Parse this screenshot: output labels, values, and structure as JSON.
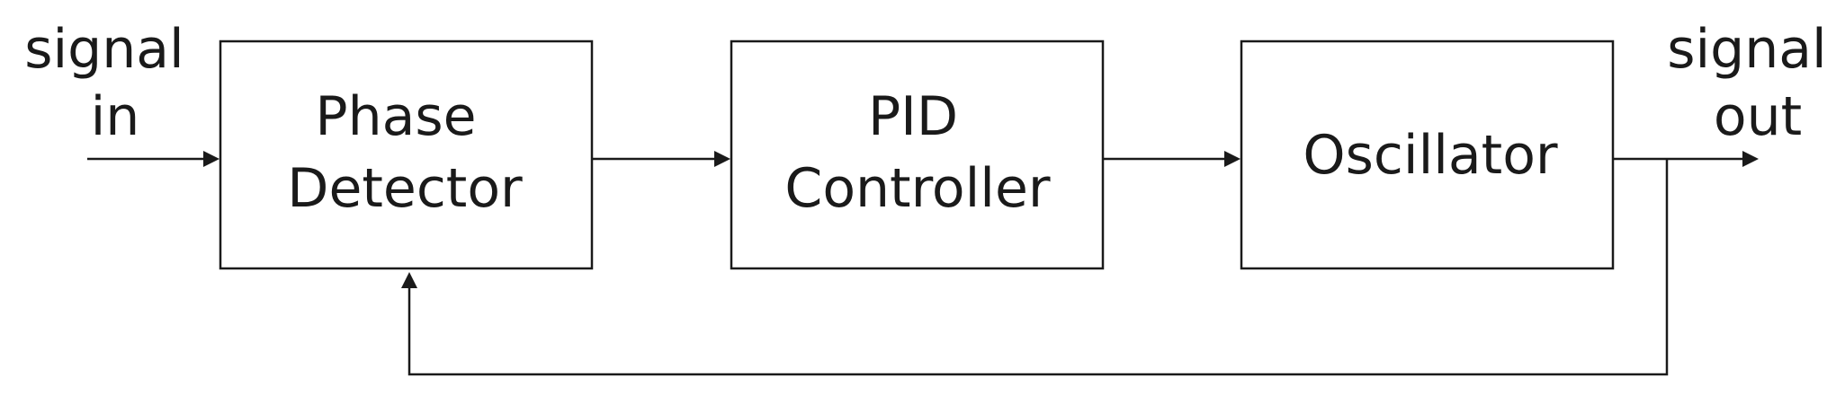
{
  "input": {
    "line1": "signal",
    "line2": "in"
  },
  "output": {
    "line1": "signal",
    "line2": "out"
  },
  "blocks": {
    "phase_detector": {
      "line1": "Phase",
      "line2": "Detector"
    },
    "pid_controller": {
      "line1": "PID",
      "line2": "Controller"
    },
    "oscillator": {
      "line1": "Oscillator"
    }
  }
}
